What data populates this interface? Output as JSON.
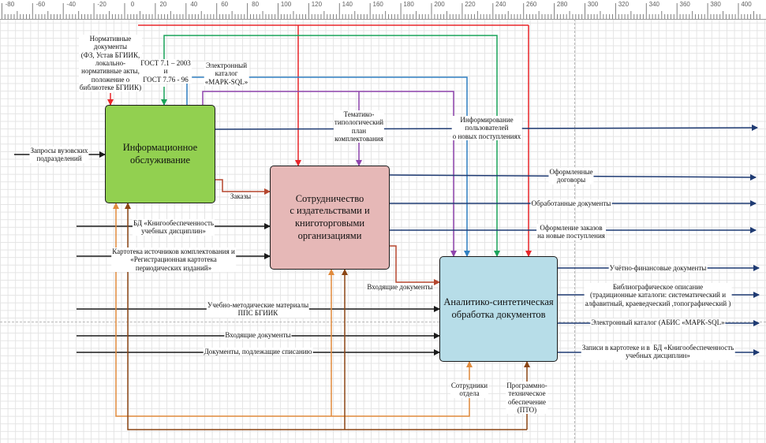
{
  "ruler": {
    "ticks": [
      "-80",
      "-60",
      "-40",
      "-20",
      "0",
      "20",
      "40",
      "60",
      "80",
      "100",
      "120",
      "140",
      "160",
      "180",
      "200",
      "220",
      "240",
      "260",
      "280",
      "300",
      "320",
      "340",
      "360",
      "380",
      "400"
    ]
  },
  "blocks": {
    "info_service": {
      "label": "Информационное\nобслуживание",
      "color": "#92d050"
    },
    "cooperation": {
      "label": "Сотрудничество\nс издательствами и\nкниготорговыми организациями",
      "color": "#e6b8b7"
    },
    "analytic": {
      "label": "Аналитико-синтетическая\nобработка документов",
      "color": "#b7dde8"
    }
  },
  "controls": {
    "normative": "Нормативные\nдокументы\n(ФЗ, Устав БГИИК,\nлокально-\nнормативные акты,\nположение о\nбиблиотеке БГИИК)",
    "gost": "ГОСТ 7.1 – 2003\nи\nГОСТ 7.76 - 96",
    "ecatalog": "Электронный\nкаталог\n«МАРК-SQL»",
    "thematic_plan": "Тематико-\nтипологический\nплан\nкомплектования"
  },
  "inputs": {
    "requests": "Запросы вузовских\nподразделений",
    "db_textbooks": "БД «Книгообеспеченность\nучебных дисциплин»",
    "card_index": "Картотека источников комплектования и\n«Регистрационная картотека\nпериодических изданий»",
    "methodical": "Учебно-методические материалы\nППС БГИИК",
    "incoming_docs": "Входящие документы",
    "writeoff_docs": "Документы, подлежащие списанию"
  },
  "internal": {
    "orders": "Заказы",
    "incoming_to_analytic": "Входящие документы"
  },
  "outputs": {
    "informing": "Информирование\nпользователей\nо новых поступлениях",
    "contracts": "Оформленные\nдоговоры",
    "processed_docs": "Обработанные документы",
    "new_orders": "Оформление заказов\nна новые поступления",
    "finance_docs": "Учётно-финансовые документы",
    "bibliographic": "Библиографическое описание\n(традиционные каталоги: систематический и\nалфавитный, краеведческий ,топографический )",
    "ecatalog_out": "Электронный каталог (АБИС «МАРК-SQL»",
    "card_db_records": "Записи в картотеке и в  БД «Книгообеспеченность\nучебных дисциплин»"
  },
  "mechanisms": {
    "staff": "Сотрудники\nотдела",
    "software": "Программно-\nтехническое\nобеспечение\n(ПТО)"
  },
  "arrow_colors": {
    "red": "#e8262a",
    "green": "#1aa35a",
    "blue": "#2f7fc1",
    "purple": "#8e44ad",
    "navy": "#1f3b73",
    "black": "#1a1a1a",
    "brown_red": "#b5472f",
    "orange": "#e08a3c",
    "brown": "#8b4513"
  }
}
